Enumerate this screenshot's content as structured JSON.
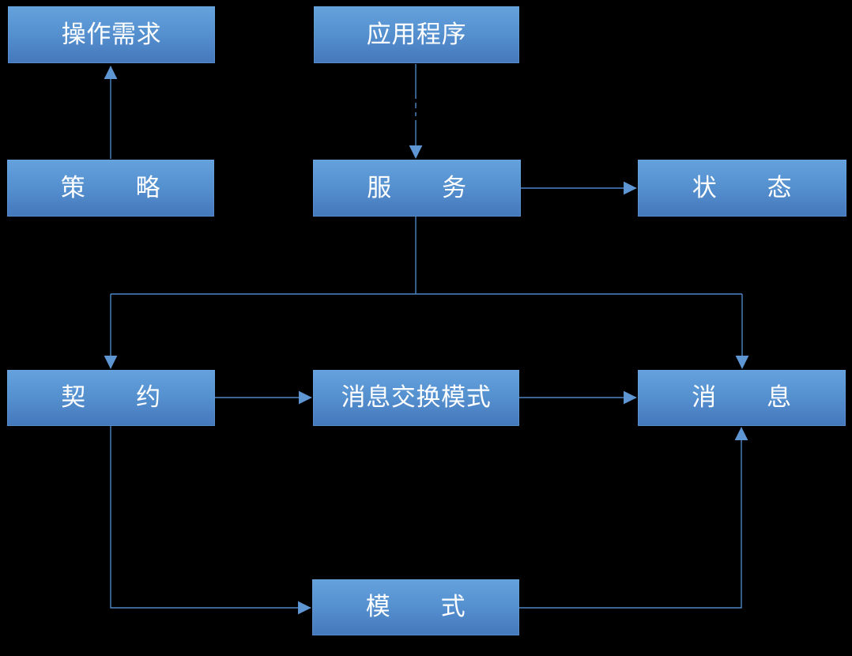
{
  "diagram": {
    "background_color": "#000000",
    "node_fill_top": "#64A2DD",
    "node_fill_bottom": "#4478BC",
    "node_text_color": "#FFFFFF",
    "connector_color": "#4E86C5",
    "arrowhead_color": "#5E96D3"
  },
  "nodes": {
    "operation_requirements": {
      "label": "操作需求"
    },
    "application": {
      "label": "应用程序"
    },
    "strategy": {
      "label": "策　　略"
    },
    "service": {
      "label": "服　　务"
    },
    "status": {
      "label": "状　　态"
    },
    "contract": {
      "label": "契　　约"
    },
    "message_exchange_pattern": {
      "label": "消息交换模式"
    },
    "message": {
      "label": "消　　息"
    },
    "pattern": {
      "label": "模　　式"
    }
  },
  "edges": [
    {
      "from": "策略",
      "to": "操作需求",
      "style": "solid",
      "direction": "up"
    },
    {
      "from": "应用程序",
      "to": "服务",
      "style": "partially-dashed",
      "direction": "down"
    },
    {
      "from": "服务",
      "to": "状态",
      "style": "solid",
      "direction": "right"
    },
    {
      "from": "服务",
      "to": "契约",
      "style": "solid",
      "direction": "down-branch-left"
    },
    {
      "from": "服务",
      "to": "消息",
      "style": "solid",
      "direction": "down-branch-right"
    },
    {
      "from": "契约",
      "to": "消息交换模式",
      "style": "solid",
      "direction": "right"
    },
    {
      "from": "消息交换模式",
      "to": "消息",
      "style": "solid",
      "direction": "right"
    },
    {
      "from": "契约",
      "to": "模式",
      "style": "solid",
      "direction": "down-then-right"
    },
    {
      "from": "模式",
      "to": "消息",
      "style": "solid",
      "direction": "right-then-up"
    }
  ]
}
